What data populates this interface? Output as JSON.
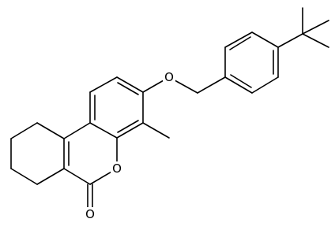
{
  "molecule": {
    "atom_labels": {
      "ether_oxygen": "O",
      "ring_oxygen": "O",
      "carbonyl_oxygen": "O"
    },
    "colors": {
      "bond": "#000000",
      "label": "#000000",
      "background": "#ffffff"
    }
  }
}
